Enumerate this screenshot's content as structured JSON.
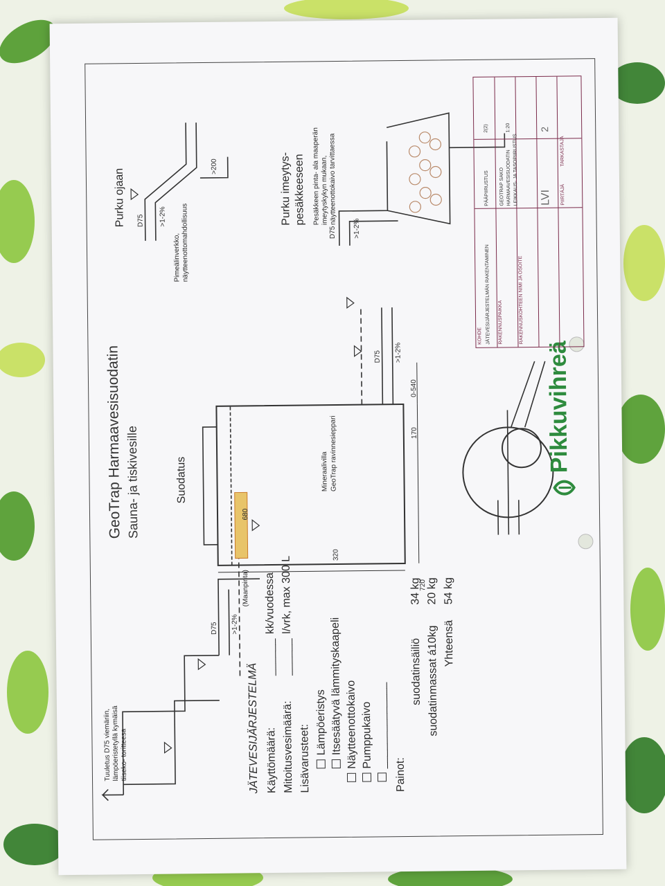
{
  "sheet": {
    "title": "GeoTrap Harmaavesisuodatin",
    "subtitle": "Sauna- ja tiskivesille",
    "brand": "Pikkuvihreä"
  },
  "system": {
    "heading": "JÄTEVESIJÄRJESTELMÄ",
    "users_label": "Käyttömäärä:",
    "users_unit": "kk/vuodessa",
    "flow_label": "Mitoitusvesimäärä:",
    "flow_unit": "l/vrk, max 300 L",
    "extras_label": "Lisävarusteet:",
    "extras": [
      "Lämpöeristys",
      "Itsesäätyvä lämmityskaapeli",
      "Näytteenottokaivo",
      "Pumppukaivo"
    ],
    "weights_label": "Painot:",
    "weights": [
      {
        "name": "suodatinsäiliö",
        "value": "34 kg"
      },
      {
        "name": "suodatinmassat á10kg",
        "value": "20 kg"
      },
      {
        "name": "Yhteensä",
        "value": "54 kg"
      }
    ]
  },
  "drawing": {
    "note_top": [
      "Tuuletus D75 viemäriin,",
      "lämpöeristetyllä kymäisä",
      "tiiseko- toritteesa"
    ],
    "filter_label": "Suodatus",
    "dim_320": "320",
    "dim_680": "680",
    "dim_720": "720",
    "dim_170": "170",
    "dim_540": "0-540",
    "pipe_d75": "D75",
    "slope": ">1-2%",
    "maanpinta": "(Maanpinta)",
    "legend_a": "Mineraalivilla",
    "legend_b": "GeoTrap ravinnesieppari",
    "purku_ojaan": "Purku ojaan",
    "pimea": [
      "Pimeälinverkko,",
      "näytteenottomahdollisuus"
    ],
    "dim_200": ">200",
    "purku_imeytys": [
      "Purku imeytys-",
      "pesäkkeeseen"
    ],
    "pesake_note": [
      "Pesäkkeen pinta- ala maaperän",
      "imeytyskykyn mukaan,",
      "näytteenottokaivo tarvittaessa"
    ]
  },
  "titleblock": {
    "kohde_label": "KOHDE",
    "kohde_value": "JÄTEVESIJÄRJESTELMÄN RAKENTAMINEN",
    "sisalto": "PÄÄPIIRUSTUS",
    "drawing_name": [
      "GEOTRAP SAKO",
      "HARMAAVESISUODATIN",
      "LEIKKAUS- JA TASOPIIRUSTUS"
    ],
    "scale": "1:20",
    "sheet_no": "2(2)",
    "tyo_no": "LVI",
    "rev": "2",
    "piirtaja": "PIIRTÄJÄ",
    "tarkastaja": "TARKASTAJA",
    "rakennuspaikka": "RAKENNUSPAIKKA",
    "rakennuskohde": "RAKENNUSKOHTEEN NIMI JA OSOITE"
  },
  "colors": {
    "ink": "#2a2a2a",
    "brand": "#2e8b3e",
    "titleblock": "#7a2a4a",
    "mineral_wool": "#e8c46a",
    "gravel": "#b98a6a"
  }
}
